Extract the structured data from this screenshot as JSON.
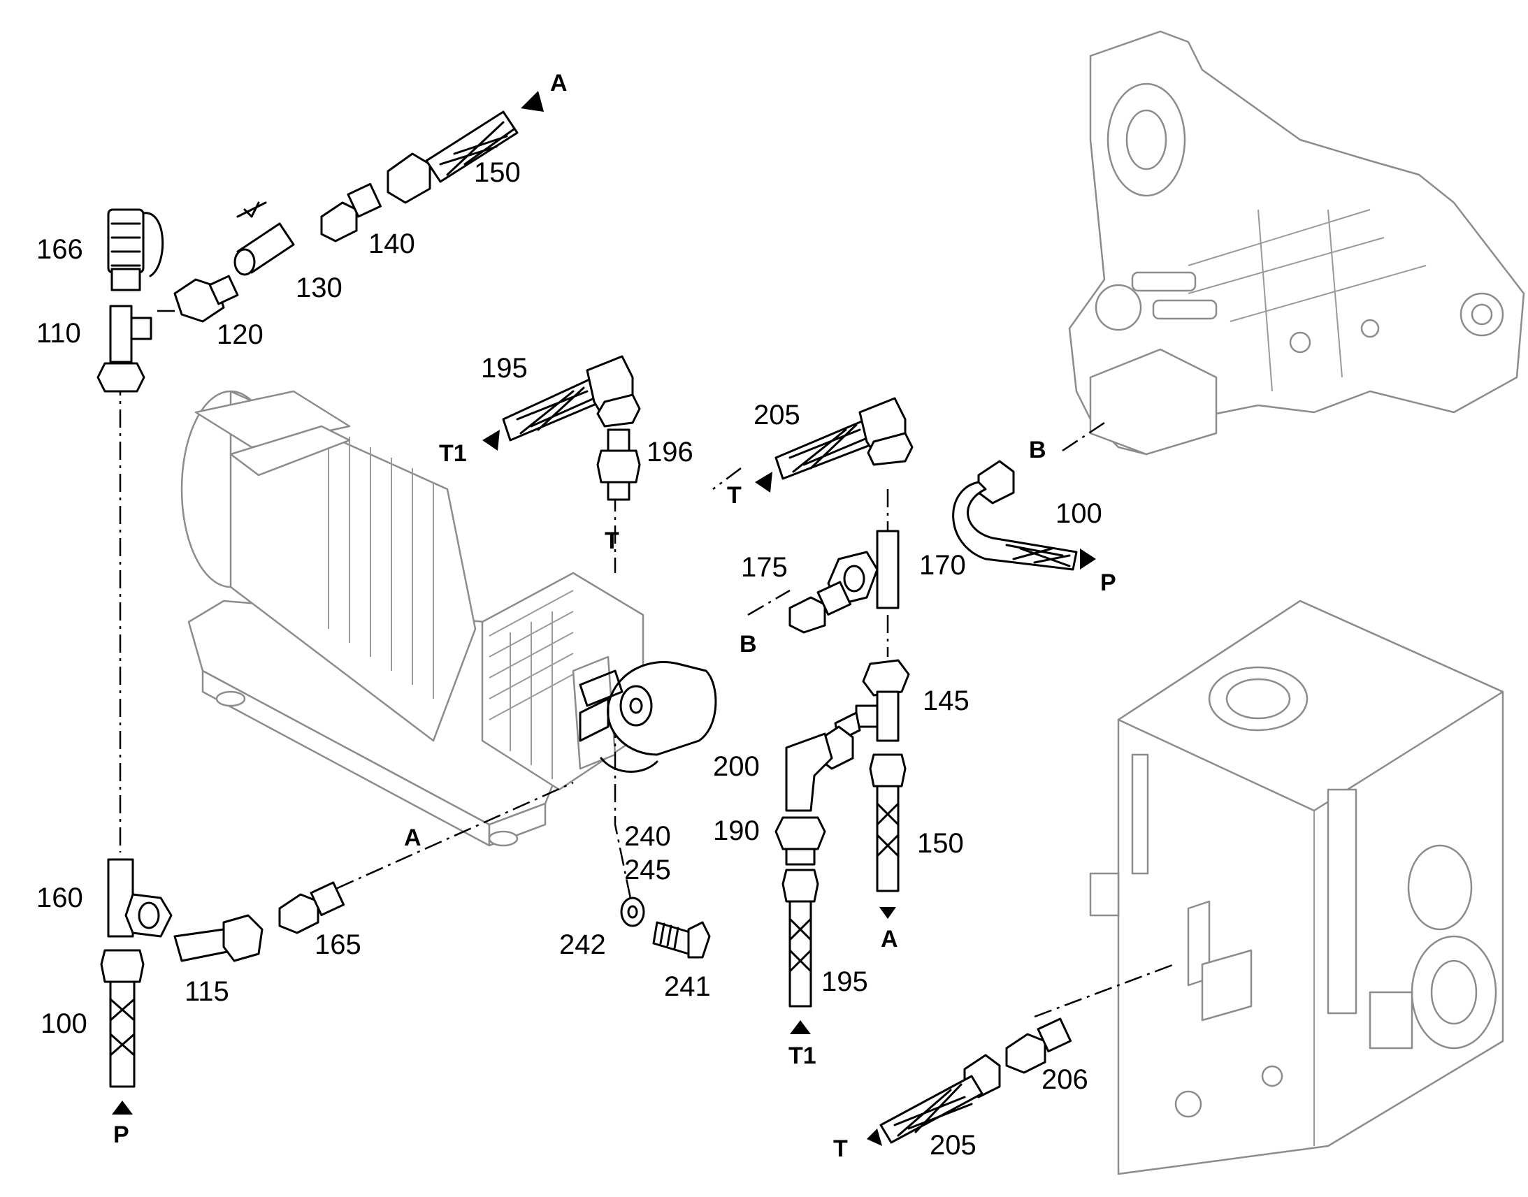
{
  "part_labels": {
    "p166": "166",
    "p110": "110",
    "p120": "120",
    "p130": "130",
    "p140": "140",
    "p150_top": "150",
    "p195_top": "195",
    "p196": "196",
    "p205_top": "205",
    "p175": "175",
    "p170": "170",
    "p100_right": "100",
    "p145": "145",
    "p200": "200",
    "p190": "190",
    "p150_mid": "150",
    "p240": "240",
    "p245": "245",
    "p242": "242",
    "p241": "241",
    "p195_bottom": "195",
    "p160": "160",
    "p165": "165",
    "p115": "115",
    "p100_left": "100",
    "p206": "206",
    "p205_bottom": "205"
  },
  "port_labels": {
    "a_top": "A",
    "t1_top": "T1",
    "t_mid": "T",
    "t_left": "T",
    "b_mid": "B",
    "b_right": "B",
    "p_right": "P",
    "a_diag": "A",
    "a_bottom": "A",
    "t1_bottom": "T1",
    "p_bottom": "P",
    "t_bottom": "T"
  }
}
